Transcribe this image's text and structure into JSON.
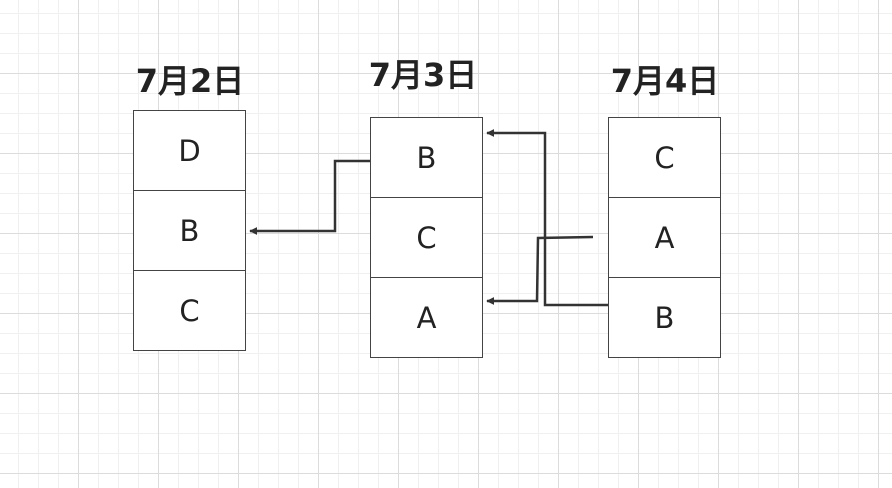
{
  "columns": [
    {
      "title": "7月2日",
      "items": [
        "D",
        "B",
        "C"
      ]
    },
    {
      "title": "7月3日",
      "items": [
        "B",
        "C",
        "A"
      ]
    },
    {
      "title": "7月4日",
      "items": [
        "C",
        "A",
        "B"
      ]
    }
  ],
  "colors": {
    "stroke": "#444444",
    "arrow": "#333333",
    "grid": "#dcdcdc"
  }
}
